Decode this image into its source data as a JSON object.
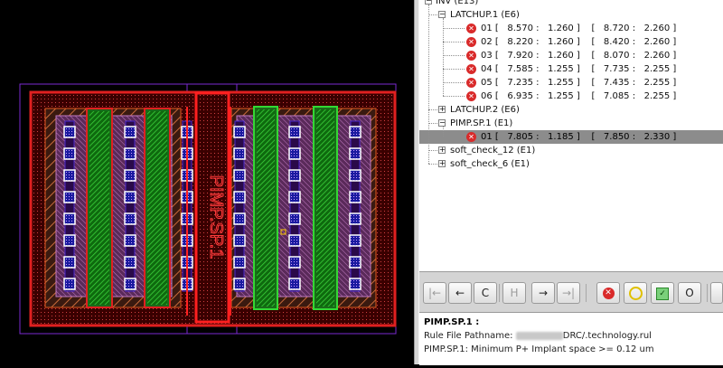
{
  "layout": {
    "marker_label": "PIMP.SP.1"
  },
  "tree": {
    "top_node": "INV (E13)",
    "groups": [
      {
        "label": "LATCHUP.1 (E6)",
        "results": [
          {
            "id": "01",
            "x1": "8.570",
            "y1": "1.260",
            "x2": "8.720",
            "y2": "2.260"
          },
          {
            "id": "02",
            "x1": "8.220",
            "y1": "1.260",
            "x2": "8.420",
            "y2": "2.260"
          },
          {
            "id": "03",
            "x1": "7.920",
            "y1": "1.260",
            "x2": "8.070",
            "y2": "2.260"
          },
          {
            "id": "04",
            "x1": "7.585",
            "y1": "1.255",
            "x2": "7.735",
            "y2": "2.255"
          },
          {
            "id": "05",
            "x1": "7.235",
            "y1": "1.255",
            "x2": "7.435",
            "y2": "2.255"
          },
          {
            "id": "06",
            "x1": "6.935",
            "y1": "1.255",
            "x2": "7.085",
            "y2": "2.255"
          }
        ]
      },
      {
        "label": "LATCHUP.2 (E6)",
        "results": []
      },
      {
        "label": "PIMP.SP.1 (E1)",
        "results": [
          {
            "id": "01",
            "x1": "7.805",
            "y1": "1.185",
            "x2": "7.850",
            "y2": "2.330",
            "selected": true
          }
        ]
      },
      {
        "label": "soft_check_12 (E1)",
        "results": []
      },
      {
        "label": "soft_check_6 (E1)",
        "results": []
      }
    ]
  },
  "toolbar": {
    "buttons": [
      {
        "name": "first-button",
        "glyph": "|←"
      },
      {
        "name": "prev-button",
        "glyph": "←"
      },
      {
        "name": "clear-button",
        "glyph": "C"
      },
      {
        "name": "highlight-button",
        "glyph": "H"
      },
      {
        "name": "next-button",
        "glyph": "→"
      },
      {
        "name": "last-button",
        "glyph": "→|"
      },
      {
        "name": "mark-error-button",
        "glyph": "✕"
      },
      {
        "name": "mark-waive-button",
        "glyph": ""
      },
      {
        "name": "mark-fixed-button",
        "glyph": "✓"
      },
      {
        "name": "mark-other-button",
        "glyph": "O"
      }
    ]
  },
  "info": {
    "title": "PIMP.SP.1 :",
    "pathname_label": "Rule File Pathname:",
    "pathname_value": "DRC/.technology.rul",
    "description": "PIMP.SP.1: Minimum P+ Implant space >= 0.12 um"
  },
  "colors": {
    "red": "#e02020",
    "green": "#22a822",
    "purple": "#8a2be2",
    "selected": "#8c8c8c"
  }
}
